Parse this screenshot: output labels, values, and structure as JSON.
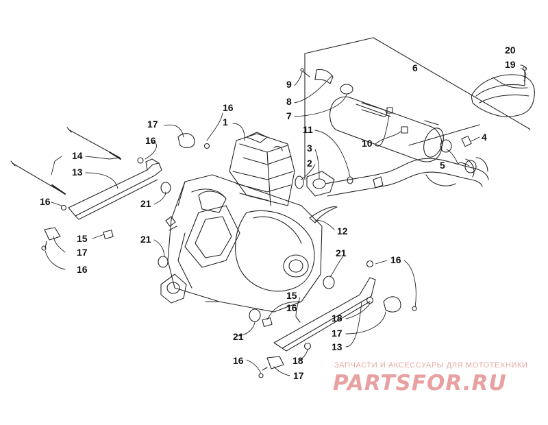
{
  "diagram": {
    "callouts": {
      "c1": "1",
      "c2": "2",
      "c3": "3",
      "c4": "4",
      "c5": "5",
      "c6": "6",
      "c7": "7",
      "c8": "8",
      "c9": "9",
      "c10": "10",
      "c11": "11",
      "c12": "12",
      "c13a": "13",
      "c13b": "13",
      "c14": "14",
      "c15a": "15",
      "c15b": "15",
      "c16a": "16",
      "c16b": "16",
      "c16c": "16",
      "c16d": "16",
      "c16e": "16",
      "c16f": "16",
      "c16g": "16",
      "c17a": "17",
      "c17b": "17",
      "c17c": "17",
      "c17d": "17",
      "c18a": "18",
      "c18b": "18",
      "c19": "19",
      "c20": "20",
      "c21a": "21",
      "c21b": "21",
      "c21c": "21",
      "c21d": "21"
    }
  },
  "watermark": {
    "tagline": "ЗАПЧАСТИ И АКСЕССУАРЫ ДЛЯ МОТОТЕХНИКИ",
    "brand": "PARTSFOR.RU"
  },
  "colors": {
    "line": "#222222",
    "watermark": "#e8a0a0"
  }
}
